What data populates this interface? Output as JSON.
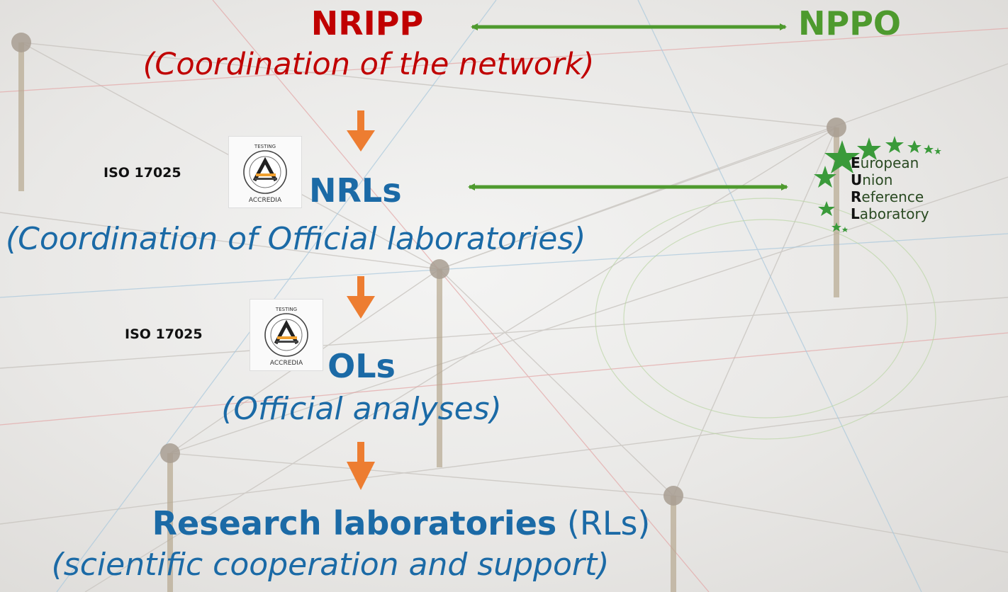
{
  "nodes": {
    "nripp": {
      "title": "NRIPP",
      "subtitle": "(Coordination of the network)"
    },
    "nppo": {
      "title": "NPPO"
    },
    "nrls": {
      "title": "NRLs",
      "subtitle": "(Coordination of Official laboratories)",
      "standard": "ISO 17025"
    },
    "ols": {
      "title": "OLs",
      "subtitle": "(Official analyses)",
      "standard": "ISO 17025"
    },
    "rls": {
      "title": "Research laboratories",
      "abbr": "(RLs)",
      "subtitle": "(scientific cooperation and support)"
    }
  },
  "accreditation_badge": {
    "top_text": "TESTING",
    "bottom_text": "ACCREDIA"
  },
  "eurl_logo": {
    "lines": [
      {
        "initial": "E",
        "rest": "uropean"
      },
      {
        "initial": "U",
        "rest": "nion"
      },
      {
        "initial": "R",
        "rest": "eference"
      },
      {
        "initial": "L",
        "rest": "aboratory"
      }
    ]
  },
  "colors": {
    "red": "#c00000",
    "green": "#4e9a2e",
    "blue": "#1b6aa6",
    "orange_arrow": "#ed7d31",
    "green_arrow": "#4e9a2e"
  }
}
